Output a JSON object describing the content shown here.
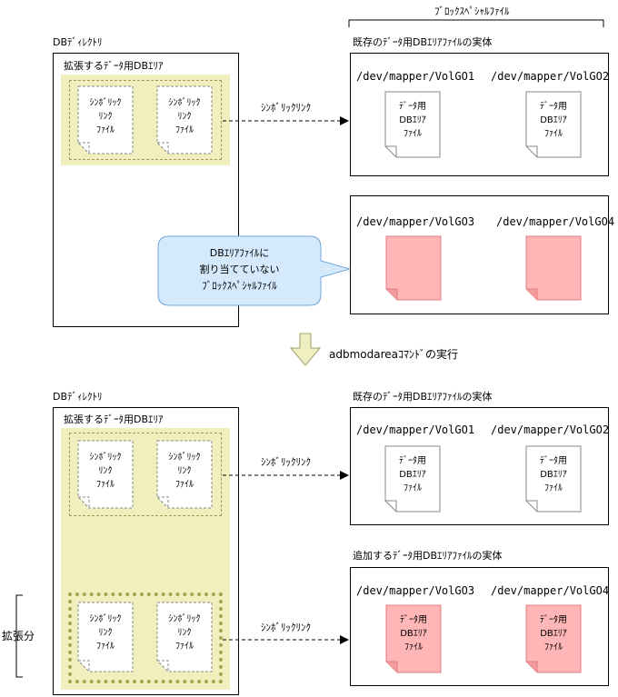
{
  "top_bracket_label": "ﾌﾞﾛｯｸｽﾍﾟｼｬﾙﾌｧｲﾙ",
  "top": {
    "db_dir_label": "DBﾃﾞｨﾚｸﾄﾘ",
    "area_title": "拡張するﾃﾞｰﾀ用DBｴﾘｱ",
    "symlink_files": [
      "ｼﾝﾎﾞﾘｯｸ\nﾘﾝｸ\nﾌｧｲﾙ",
      "ｼﾝﾎﾞﾘｯｸ\nﾘﾝｸ\nﾌｧｲﾙ"
    ],
    "link_label": "ｼﾝﾎﾞﾘｯｸﾘﾝｸ",
    "existing_title": "既存のﾃﾞｰﾀ用DBｴﾘｱﾌｧｲﾙの実体",
    "existing_devices": [
      "/dev/mapper/VolGO1",
      "/dev/mapper/VolGO2"
    ],
    "existing_files": [
      "ﾃﾞｰﾀ用\nDBｴﾘｱ\nﾌｧｲﾙ",
      "ﾃﾞｰﾀ用\nDBｴﾘｱ\nﾌｧｲﾙ"
    ],
    "unassigned_devices": [
      "/dev/mapper/VolGO3",
      "/dev/mapper/VolGO4"
    ],
    "callout": [
      "DBｴﾘｱﾌｧｲﾙに",
      "割り当てていない",
      "ﾌﾞﾛｯｸｽﾍﾟｼｬﾙﾌｧｲﾙ"
    ]
  },
  "command_label": "adbmodareaｺﾏﾝﾄﾞの実行",
  "bottom": {
    "db_dir_label": "DBﾃﾞｨﾚｸﾄﾘ",
    "area_title": "拡張するﾃﾞｰﾀ用DBｴﾘｱ",
    "symlink_files": [
      "ｼﾝﾎﾞﾘｯｸ\nﾘﾝｸ\nﾌｧｲﾙ",
      "ｼﾝﾎﾞﾘｯｸ\nﾘﾝｸ\nﾌｧｲﾙ"
    ],
    "added_symlink_files": [
      "ｼﾝﾎﾞﾘｯｸ\nﾘﾝｸ\nﾌｧｲﾙ",
      "ｼﾝﾎﾞﾘｯｸ\nﾘﾝｸ\nﾌｧｲﾙ"
    ],
    "link_label_1": "ｼﾝﾎﾞﾘｯｸﾘﾝｸ",
    "link_label_2": "ｼﾝﾎﾞﾘｯｸﾘﾝｸ",
    "extension_label": "拡張分",
    "existing_title": "既存のﾃﾞｰﾀ用DBｴﾘｱﾌｧｲﾙの実体",
    "existing_devices": [
      "/dev/mapper/VolGO1",
      "/dev/mapper/VolGO2"
    ],
    "existing_files": [
      "ﾃﾞｰﾀ用\nDBｴﾘｱ\nﾌｧｲﾙ",
      "ﾃﾞｰﾀ用\nDBｴﾘｱ\nﾌｧｲﾙ"
    ],
    "added_title": "追加するﾃﾞｰﾀ用DBｴﾘｱﾌｧｲﾙの実体",
    "added_devices": [
      "/dev/mapper/VolGO3",
      "/dev/mapper/VolGO4"
    ],
    "added_files": [
      "ﾃﾞｰﾀ用\nDBｴﾘｱ\nﾌｧｲﾙ",
      "ﾃﾞｰﾀ用\nDBｴﾘｱ\nﾌｧｲﾙ"
    ]
  },
  "colors": {
    "area_fill": "#f1efbd",
    "pink_file_fill": "#ffb6b6",
    "pink_file_stroke": "#e07e86",
    "callout_fill": "#d4e9fb",
    "callout_stroke": "#6fa6d8",
    "arrow_fill": "#f0efc2"
  }
}
